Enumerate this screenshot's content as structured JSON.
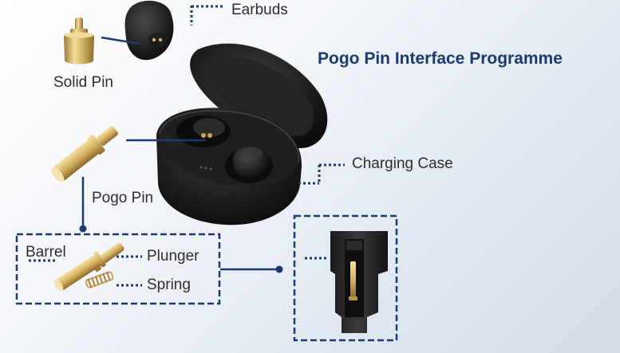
{
  "title": "Pogo Pin Interface Programme",
  "labels": {
    "earbuds": "Earbuds",
    "solid_pin": "Solid Pin",
    "pogo_pin": "Pogo Pin",
    "charging_case": "Charging Case",
    "barrel": "Barrel",
    "plunger": "Plunger",
    "spring": "Spring"
  },
  "colors": {
    "accent": "#1d3a6e",
    "gold": "#d4b36a",
    "case_black": "#1a1a1a"
  }
}
